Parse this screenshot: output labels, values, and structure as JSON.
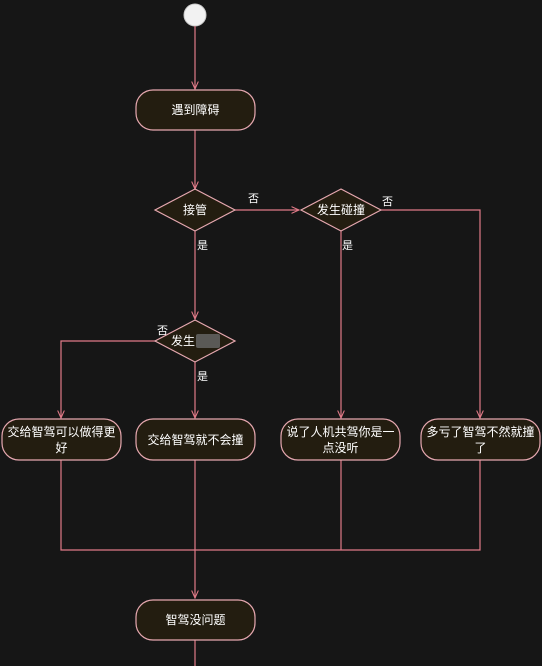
{
  "colors": {
    "background": "#161616",
    "node_fill": "#231d10",
    "node_border": "#e6a8b0",
    "line": "#e07a88",
    "text": "#ffffff",
    "start_fill": "#f2f2f2"
  },
  "nodes": {
    "obstacle": "遇到障碍",
    "takeover": "接管",
    "collision_top": "发生碰撞",
    "collision_mid": "发生",
    "better": [
      "交给智驾可以做得更",
      "好"
    ],
    "no_crash": "交给智驾就不会撞",
    "not_listening": [
      "说了人机共驾你是一",
      "点没听"
    ],
    "lucky": [
      "多亏了智驾不然就撞",
      "了"
    ],
    "no_problem": "智驾没问题"
  },
  "edge_labels": {
    "takeover_no": "否",
    "takeover_yes": "是",
    "collision_top_no": "否",
    "collision_top_yes": "是",
    "collision_mid_no": "否",
    "collision_mid_yes": "是"
  }
}
